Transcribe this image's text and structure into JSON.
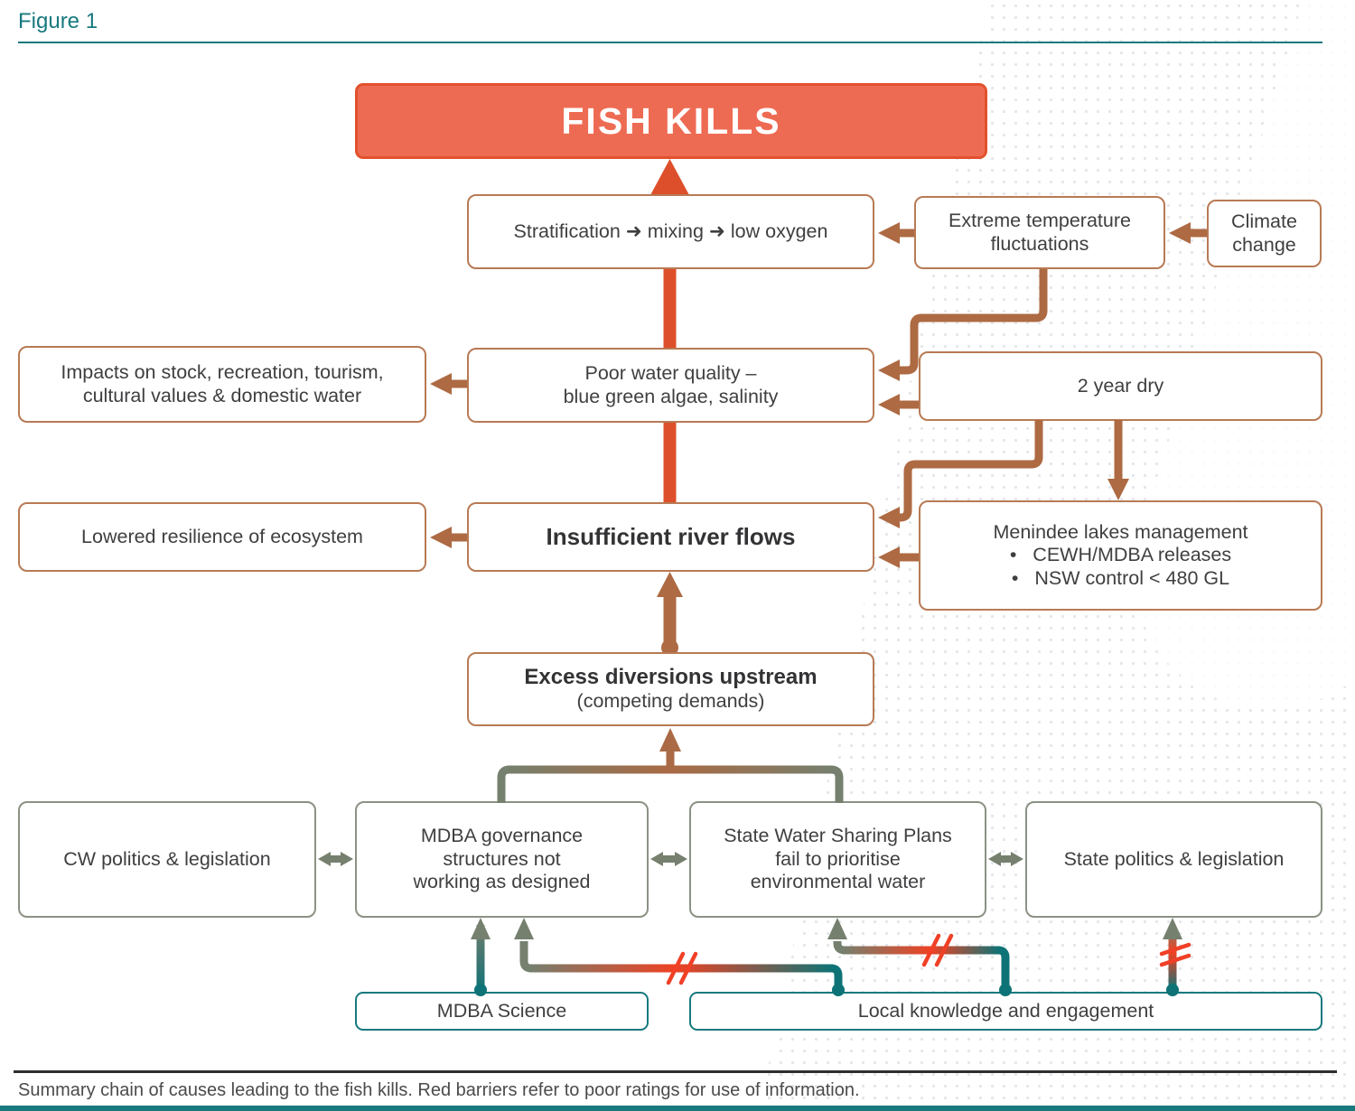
{
  "figure_label": "Figure 1",
  "caption": "Summary chain of causes leading to the fish kills. Red barriers refer to poor ratings for use of information.",
  "colors": {
    "teal": "#17797e",
    "teal_connector": "#0e7376",
    "brown_connector": "#ad6a43",
    "box_border_brown": "#b87a54",
    "gray_green_connector": "#75806e",
    "box_border_gray": "#8b9284",
    "red_spine": "#dd4f2a",
    "fish_kills_fill": "#ee6b53",
    "fish_kills_border": "#e2512d",
    "barrier_red": "#f04026",
    "text": "#3f3f41"
  },
  "boxes": {
    "fish_kills": {
      "title": "FISH KILLS"
    },
    "stratification": {
      "lines": [
        "Stratification ➜ mixing ➜ low oxygen"
      ]
    },
    "extreme_temp": {
      "lines": [
        "Extreme temperature",
        "fluctuations"
      ]
    },
    "climate_change": {
      "lines": [
        "Climate",
        "change"
      ]
    },
    "impacts": {
      "lines": [
        "Impacts on stock, recreation, tourism,",
        "cultural values & domestic water"
      ]
    },
    "poor_water_quality": {
      "lines": [
        "Poor water quality –",
        "blue green algae, salinity"
      ]
    },
    "two_year_dry": {
      "lines": [
        "2 year dry"
      ]
    },
    "lowered_resilience": {
      "lines": [
        "Lowered resilience of ecosystem"
      ]
    },
    "insufficient_flows": {
      "title": "Insufficient river flows"
    },
    "menindee": {
      "title": "Menindee lakes management",
      "bullets": [
        "CEWH/MDBA releases",
        "NSW control < 480 GL"
      ]
    },
    "excess_diversions": {
      "title": "Excess diversions upstream",
      "subtitle": "(competing demands)"
    },
    "cw_politics": {
      "lines": [
        "CW politics & legislation"
      ]
    },
    "mdba_governance": {
      "lines": [
        "MDBA governance",
        "structures not",
        "working as designed"
      ]
    },
    "state_water_plans": {
      "lines": [
        "State Water Sharing Plans",
        "fail to prioritise",
        "environmental water"
      ]
    },
    "state_politics": {
      "lines": [
        "State politics & legislation"
      ]
    },
    "mdba_science": {
      "lines": [
        "MDBA Science"
      ]
    },
    "local_knowledge": {
      "lines": [
        "Local knowledge and engagement"
      ]
    }
  }
}
